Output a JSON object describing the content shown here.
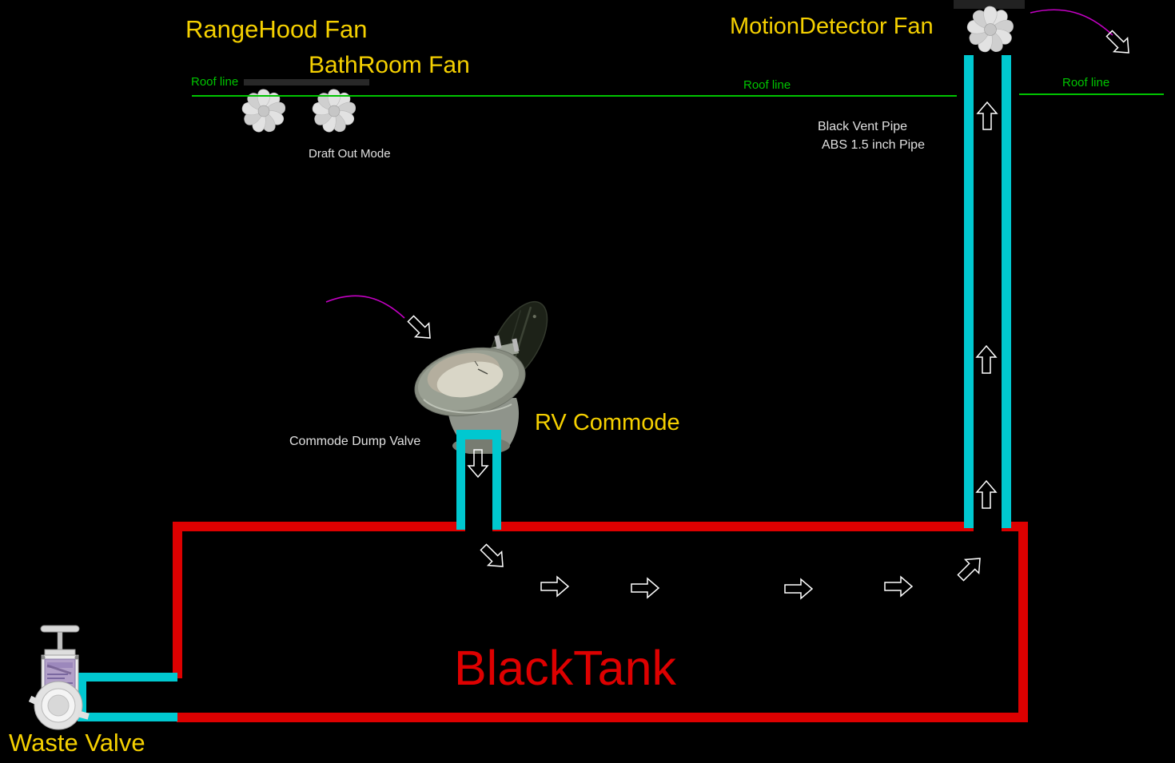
{
  "colors": {
    "background": "#000000",
    "pipe": "#00c8d0",
    "tank": "#dd0000",
    "roof_line": "#00c400",
    "label": "#f5d000",
    "annotation": "#e0e0e0",
    "flow_curve": "#c400c4",
    "arrow_outline": "#ffffff"
  },
  "labels": {
    "rangehood_fan": "RangeHood Fan",
    "bathroom_fan": "BathRoom Fan",
    "motiondetector_fan": "MotionDetector Fan",
    "draft_out_mode": "Draft Out Mode",
    "roof_line_left": "Roof line",
    "roof_line_middle": "Roof line",
    "roof_line_right": "Roof line",
    "vent_pipe_line1": "Black Vent Pipe",
    "vent_pipe_line2": "ABS 1.5 inch Pipe",
    "commode_dump_valve": "Commode Dump Valve",
    "rv_commode": "RV Commode",
    "black_tank": "BlackTank",
    "waste_valve": "Waste Valve"
  },
  "icons": {
    "rangehood_fan_icon": "fan-icon",
    "bathroom_fan_icon": "fan-icon",
    "motiondetector_fan_icon": "fan-icon",
    "rv_commode_image": "toilet-illustration",
    "waste_valve_image": "gate-valve-illustration",
    "flow_arrow": "outline-block-arrow",
    "flow_curve": "magenta-curve"
  }
}
